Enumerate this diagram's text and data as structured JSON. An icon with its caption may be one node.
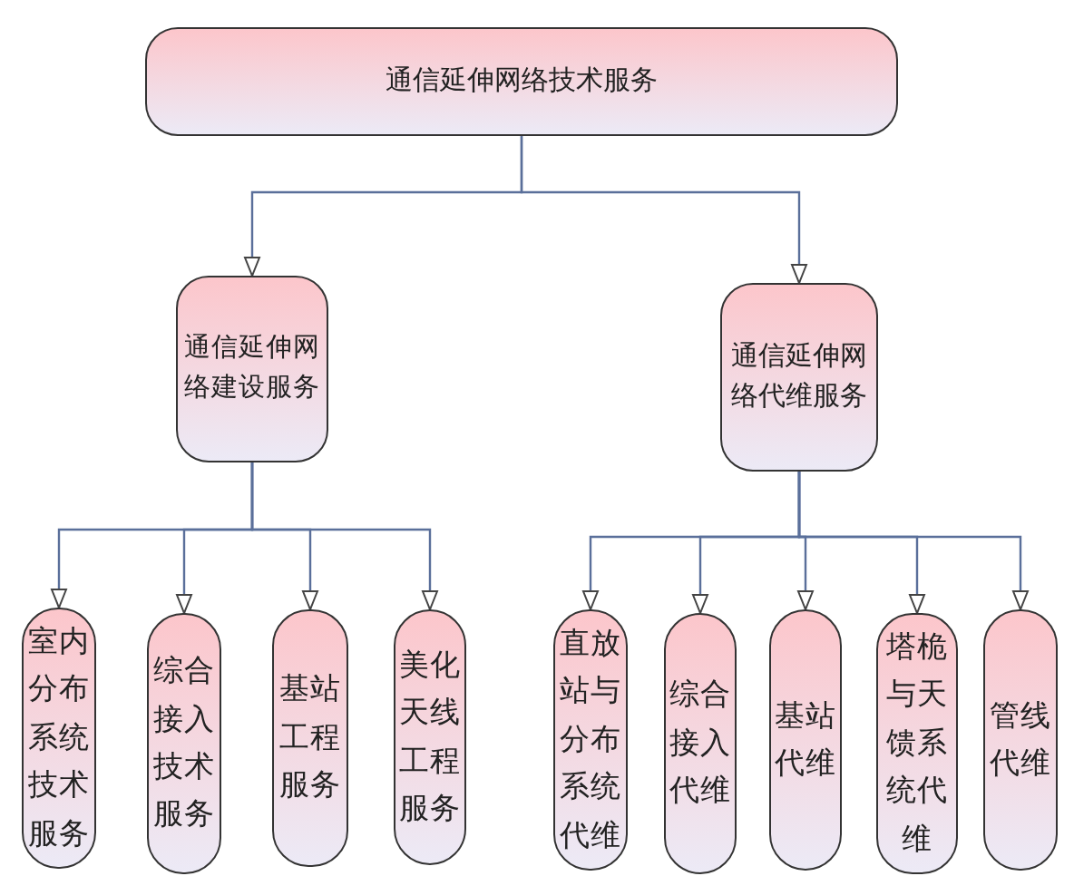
{
  "diagram": {
    "nodes": [
      {
        "text": [
          "通信延伸网络技术服务"
        ]
      },
      {
        "text": [
          "通信延伸网络建设服务"
        ]
      },
      {
        "text": [
          "通信延伸网络代维服务"
        ]
      },
      {
        "text": [
          "室内分布系统技术服务"
        ]
      },
      {
        "text": [
          "综合接入技术服务"
        ]
      },
      {
        "text": [
          "基站工程服务"
        ]
      },
      {
        "text": [
          "美化天线工程服务"
        ]
      },
      {
        "text": [
          "直放站与分布系统代维"
        ]
      },
      {
        "text": [
          "综合接入代维"
        ]
      },
      {
        "text": [
          "基站代维"
        ]
      },
      {
        "text": [
          "塔桅与天馈系统代维"
        ]
      },
      {
        "text": [
          "管线代维"
        ]
      }
    ],
    "edges": [
      {
        "from": 0,
        "to": 1,
        "arrow": "to"
      },
      {
        "from": 0,
        "to": 2,
        "arrow": "to"
      },
      {
        "from": 1,
        "to": 3,
        "arrow": "to"
      },
      {
        "from": 1,
        "to": 4,
        "arrow": "to"
      },
      {
        "from": 1,
        "to": 5,
        "arrow": "to"
      },
      {
        "from": 1,
        "to": 6,
        "arrow": "to"
      },
      {
        "from": 2,
        "to": 7,
        "arrow": "to"
      },
      {
        "from": 2,
        "to": 8,
        "arrow": "to"
      },
      {
        "from": 2,
        "to": 9,
        "arrow": "to"
      },
      {
        "from": 2,
        "to": 10,
        "arrow": "to"
      },
      {
        "from": 2,
        "to": 11,
        "arrow": "to"
      }
    ]
  }
}
